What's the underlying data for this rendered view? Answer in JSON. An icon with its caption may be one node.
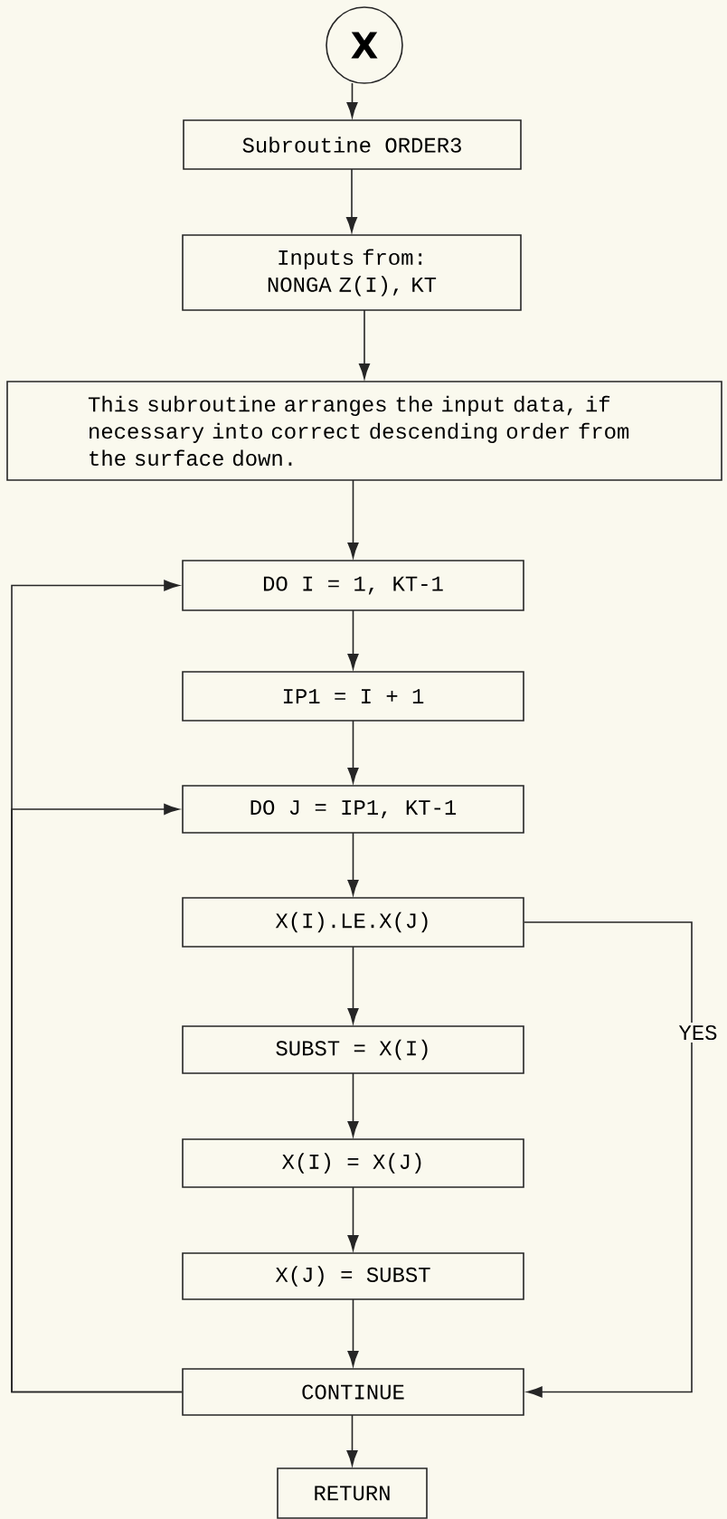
{
  "diagram": {
    "nodes": [
      {
        "text": [
          "X"
        ]
      },
      {
        "text": [
          "Subroutine ORDER3"
        ]
      },
      {
        "text": [
          "Inputs from: NONGA Z(I), KT"
        ]
      },
      {
        "text": [
          "This subroutine arranges the input data, if necessary into correct descending order from the surface down."
        ]
      },
      {
        "text": [
          "DO I = 1, KT-1"
        ]
      },
      {
        "text": [
          "IP1 = I + 1"
        ]
      },
      {
        "text": [
          "DO J = IP1, KT-1"
        ]
      },
      {
        "text": [
          "X(I).LE.X(J)"
        ]
      },
      {
        "text": [
          "SUBST = X(I)"
        ]
      },
      {
        "text": [
          "X(I) = X(J)"
        ]
      },
      {
        "text": [
          "X(J) = SUBST"
        ]
      },
      {
        "text": [
          "CONTINUE"
        ]
      },
      {
        "text": [
          "RETURN"
        ]
      }
    ],
    "edges": [
      {
        "from": 0,
        "to": 1,
        "arrow": "to"
      },
      {
        "from": 1,
        "to": 2,
        "arrow": "to"
      },
      {
        "from": 2,
        "to": 3,
        "arrow": "to"
      },
      {
        "from": 3,
        "to": 4,
        "arrow": "to"
      },
      {
        "from": 4,
        "to": 5,
        "arrow": "to"
      },
      {
        "from": 5,
        "to": 6,
        "arrow": "to"
      },
      {
        "from": 6,
        "to": 7,
        "arrow": "to"
      },
      {
        "from": 7,
        "to": 8,
        "arrow": "to"
      },
      {
        "from": 8,
        "to": 9,
        "arrow": "to"
      },
      {
        "from": 9,
        "to": 10,
        "arrow": "to"
      },
      {
        "from": 10,
        "to": 11,
        "arrow": "to"
      },
      {
        "from": 11,
        "to": 12,
        "arrow": "to"
      },
      {
        "from": 7,
        "to": 11,
        "arrow": "to",
        "label": "YES"
      },
      {
        "from": 11,
        "to": 4,
        "arrow": "to"
      },
      {
        "from": 11,
        "to": 6,
        "arrow": "to"
      }
    ]
  }
}
